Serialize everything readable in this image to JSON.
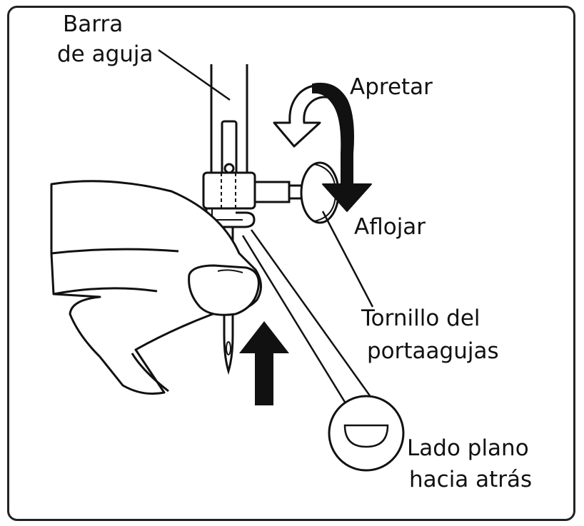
{
  "labels": {
    "needle_bar_line1": "Barra",
    "needle_bar_line2": "de aguja",
    "tighten": "Apretar",
    "loosen": "Aflojar",
    "clamp_screw_line1": "Tornillo del",
    "clamp_screw_line2": "portaagujas",
    "flat_side_line1": "Lado plano",
    "flat_side_line2": "hacia atrás"
  },
  "colors": {
    "line": "#111111",
    "background": "#ffffff"
  },
  "icons": {
    "tighten_arrow": "curved-arrow-outline-icon",
    "loosen_arrow": "curved-arrow-filled-icon",
    "insert_arrow": "up-arrow-icon"
  }
}
